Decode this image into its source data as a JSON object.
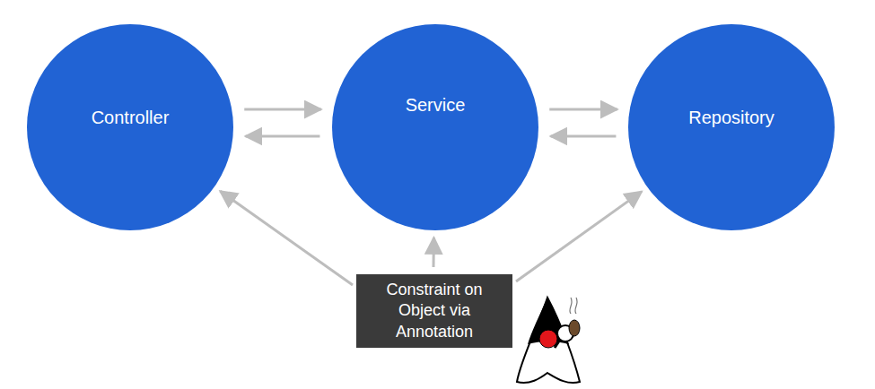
{
  "diagram": {
    "nodes": [
      {
        "text": [
          "Controller"
        ]
      },
      {
        "text": [
          "Service"
        ]
      },
      {
        "text": [
          "Repository"
        ]
      },
      {
        "text": [
          "Constraint on Object via Annotation"
        ]
      }
    ],
    "edges": [
      {
        "from": 0,
        "to": 1,
        "arrow": "to"
      },
      {
        "from": 1,
        "to": 0,
        "arrow": "to"
      },
      {
        "from": 1,
        "to": 2,
        "arrow": "to"
      },
      {
        "from": 2,
        "to": 1,
        "arrow": "to"
      },
      {
        "from": 3,
        "to": 0,
        "arrow": "to"
      },
      {
        "from": 3,
        "to": 1,
        "arrow": "to"
      },
      {
        "from": 3,
        "to": 2,
        "arrow": "to"
      }
    ]
  }
}
